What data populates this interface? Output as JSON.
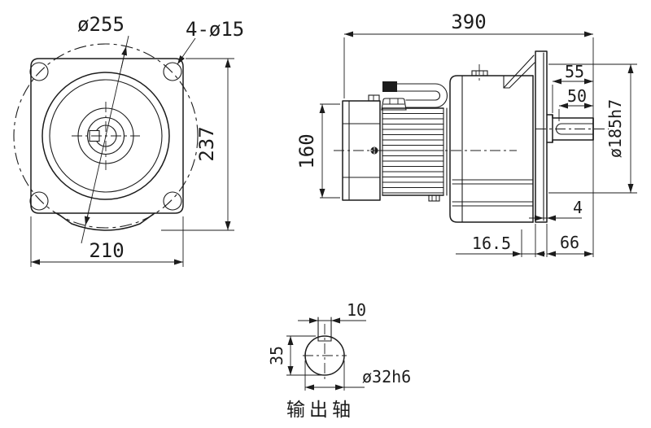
{
  "drawing": {
    "front": {
      "dim_bolt_circle": "ø255",
      "dim_holes": "4-ø15",
      "dim_height": "237",
      "dim_width": "210"
    },
    "side": {
      "dim_total_length": "390",
      "dim_motor_height": "160",
      "dim_shaft_length": "55",
      "dim_key_length": "50",
      "dim_pilot_diameter": "ø185h7",
      "dim_pilot_step": "4",
      "dim_gap": "16.5",
      "dim_flange_to_shaft_end": "66"
    },
    "section": {
      "dim_key_width": "10",
      "dim_key_height": "35",
      "dim_shaft_diameter": "ø32h6",
      "label_output_shaft": "输出轴"
    },
    "line_color": "#1c1c1c",
    "background_color": "#ffffff"
  }
}
